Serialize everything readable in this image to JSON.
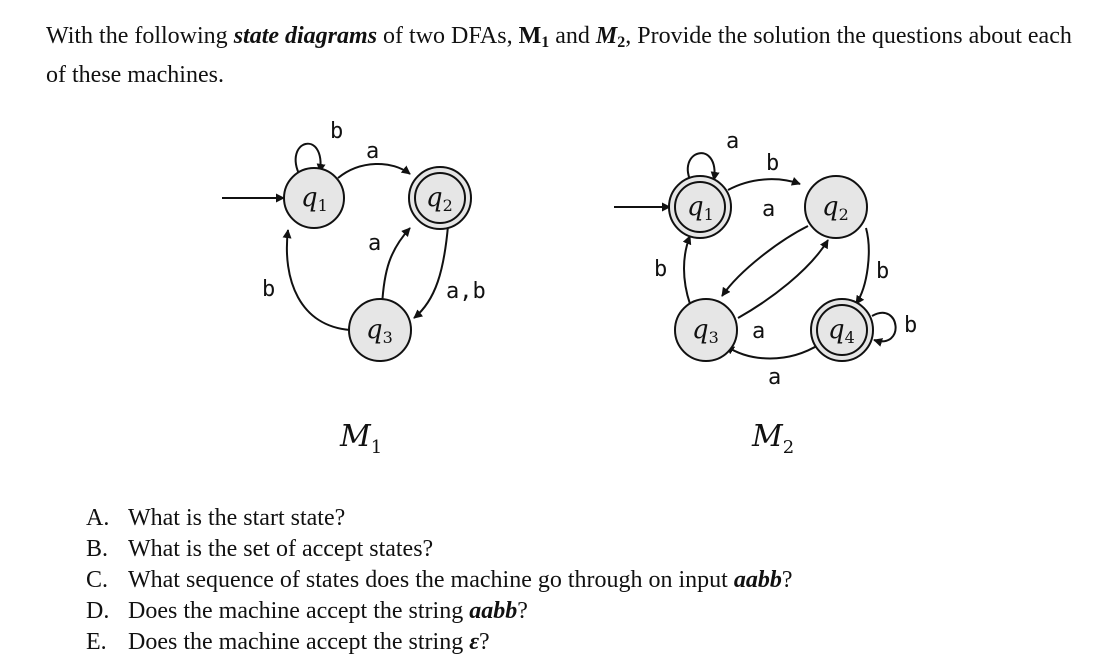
{
  "intro": {
    "part1": "With the following ",
    "emphasis": "state diagrams",
    "part2": " of two DFAs, ",
    "m1_base": "M",
    "m1_sub": "1",
    "and": " and ",
    "m2_base": "M",
    "m2_sub": "2",
    "part3": ", Provide the solution the questions about each of these machines."
  },
  "machines": {
    "m1": {
      "name_base": "M",
      "name_sub": "1",
      "states": [
        {
          "id": "q1",
          "base": "q",
          "sub": "1"
        },
        {
          "id": "q2",
          "base": "q",
          "sub": "2"
        },
        {
          "id": "q3",
          "base": "q",
          "sub": "3"
        }
      ],
      "edge_labels": {
        "q1_loop": "b",
        "q1_q2": "a",
        "q3_q2": "a",
        "q2_q3": "a,b",
        "q3_q1": "b"
      }
    },
    "m2": {
      "name_base": "M",
      "name_sub": "2",
      "states": [
        {
          "id": "q1",
          "base": "q",
          "sub": "1"
        },
        {
          "id": "q2",
          "base": "q",
          "sub": "2"
        },
        {
          "id": "q3",
          "base": "q",
          "sub": "3"
        },
        {
          "id": "q4",
          "base": "q",
          "sub": "4"
        }
      ],
      "edge_labels": {
        "q1_loop": "a",
        "q1_q2": "b",
        "q2_q3": "a",
        "q3_q1": "b",
        "q3_q2": "a",
        "q2_q4": "b",
        "q4_q3": "a",
        "q4_loop": "b"
      }
    }
  },
  "questions": [
    {
      "letter": "A.",
      "text": "What is the start state?"
    },
    {
      "letter": "B.",
      "text": "What is the set of accept states?"
    },
    {
      "letter": "C.",
      "text": "What sequence of states does the machine go through on input ",
      "emph": "aabb",
      "end": "?"
    },
    {
      "letter": "D.",
      "text": "Does the machine accept the string ",
      "emph": "aabb",
      "end": "?"
    },
    {
      "letter": "E.",
      "text": "Does the machine accept the string ",
      "emph": "ε",
      "end": "?"
    }
  ]
}
